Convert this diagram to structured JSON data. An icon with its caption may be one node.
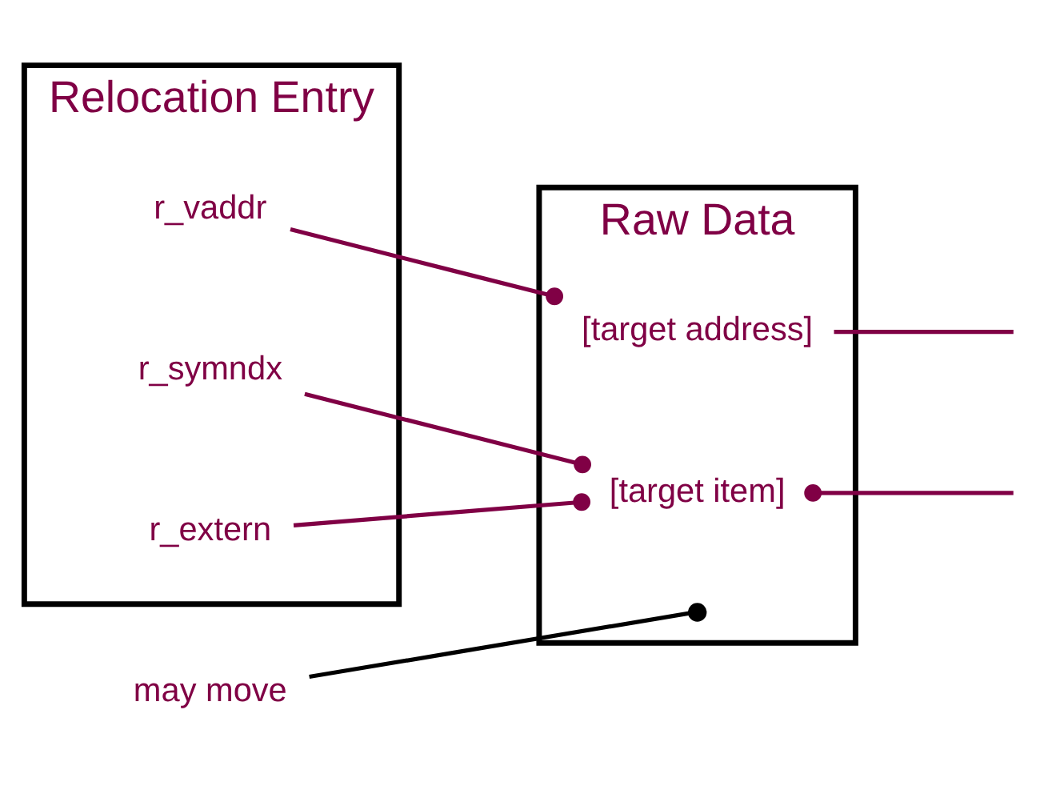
{
  "diagram": {
    "nodes": [
      {
        "text": [
          "Raw Data"
        ]
      },
      {
        "text": [
          "[target address]"
        ],
        "in": 0
      },
      {
        "text": [
          "[target item]"
        ],
        "in": 0
      },
      {
        "text": [
          "Relocation Entry"
        ]
      },
      {
        "text": [
          "r_vaddr"
        ],
        "in": 3
      },
      {
        "text": [
          "r_symndx"
        ],
        "in": 3
      },
      {
        "text": [
          "r_extern"
        ],
        "in": 3
      },
      {
        "text": [
          "may move"
        ]
      },
      {
        "text": [],
        "shape": "circle",
        "in": 0
      }
    ],
    "edges": [
      {
        "from": 4,
        "to": 1,
        "arrow": "other"
      },
      {
        "from": 5,
        "to": 2,
        "arrow": "other"
      },
      {
        "from": 6,
        "to": 2,
        "arrow": "other"
      },
      {
        "from": 1,
        "to": null,
        "arrow": "none"
      },
      {
        "from": 2,
        "to": null,
        "arrow": "other"
      },
      {
        "from": 7,
        "to": 8,
        "arrow": "none",
        "color": "#000000"
      }
    ]
  }
}
